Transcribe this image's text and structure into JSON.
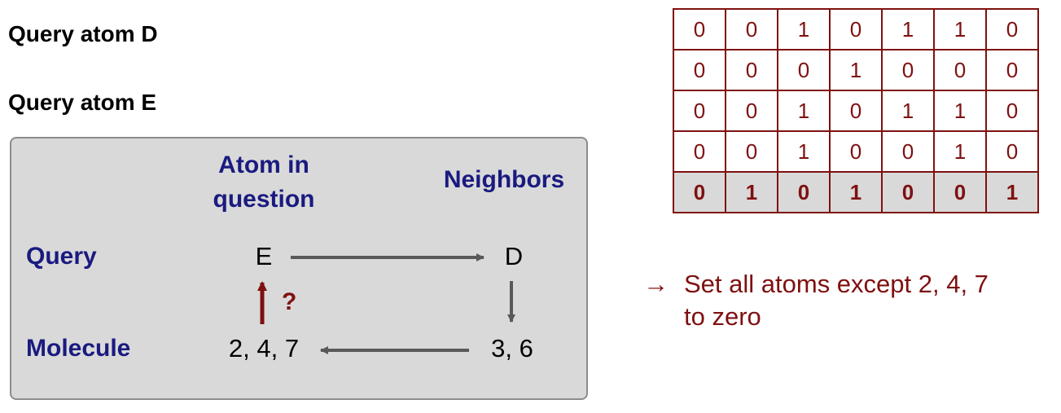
{
  "headings": {
    "query_atom_d": "Query atom D",
    "query_atom_e": "Query atom E"
  },
  "panel": {
    "col_atom_line1": "Atom in",
    "col_atom_line2": "question",
    "col_neighbors": "Neighbors",
    "row_query": "Query",
    "row_molecule": "Molecule",
    "query_atom": "E",
    "query_neighbor": "D",
    "molecule_atoms": "2, 4, 7",
    "molecule_neighbors": "3, 6",
    "question_mark": "?"
  },
  "matrix": {
    "rows": [
      [
        "0",
        "0",
        "1",
        "0",
        "1",
        "1",
        "0"
      ],
      [
        "0",
        "0",
        "0",
        "1",
        "0",
        "0",
        "0"
      ],
      [
        "0",
        "0",
        "1",
        "0",
        "1",
        "1",
        "0"
      ],
      [
        "0",
        "0",
        "1",
        "0",
        "0",
        "1",
        "0"
      ]
    ],
    "result_row": [
      "0",
      "1",
      "0",
      "1",
      "0",
      "0",
      "1"
    ]
  },
  "note": {
    "arrow": "→",
    "line1": "Set all atoms except 2, 4, 7",
    "line2": "to zero"
  },
  "colors": {
    "dark_red": "#7f1010",
    "navy": "#1a1a80",
    "panel_bg": "#d9d9d9",
    "arrow_gray": "#595959"
  }
}
